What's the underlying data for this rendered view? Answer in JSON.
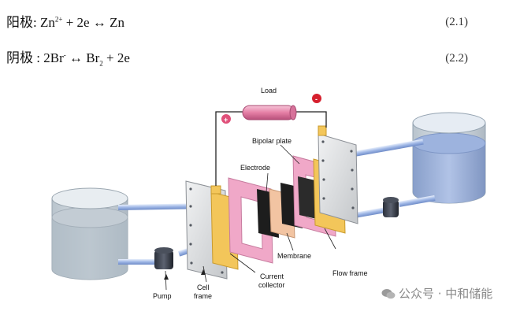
{
  "equations": [
    {
      "label": "阳极: ",
      "lhs": "Zn",
      "lhs_sup": "2+",
      "mid": " + 2e ↔ Zn",
      "number": "(2.1)"
    },
    {
      "label": "阴极 : ",
      "lhs": "2Br",
      "lhs_sup": "-",
      "mid": " ↔ Br",
      "sub": "2",
      "tail": " + 2e",
      "number": "(2.2)"
    }
  ],
  "diagram": {
    "labels": {
      "load": "Load",
      "plus": "+",
      "minus": "-",
      "bipolar_plate": "Bipolar plate",
      "electrode": "Electrode",
      "membrane": "Membrane",
      "flow_frame": "Flow frame",
      "pump": "Pump",
      "cell_frame": "Cell\nframe",
      "current_collector": "Current\ncollector"
    },
    "colors": {
      "tank_glass": "#c9d3dc",
      "tank_liquid_left": "#aebac4",
      "tank_liquid_right": "#8fa8d6",
      "pipe": "#9fb7e6",
      "load_rod": "#e57fa5",
      "plus_badge": "#e0507a",
      "minus_badge": "#d6202e",
      "pink_frame": "#f0a8c8",
      "gold_collector": "#f3c65a",
      "black_electrode": "#1d1d1d",
      "membrane_orange": "#f2c4a2",
      "plate_grey": "#d9dadc"
    }
  },
  "watermark": {
    "icon": "wechat-icon",
    "text": "公众号 · 中和储能"
  }
}
